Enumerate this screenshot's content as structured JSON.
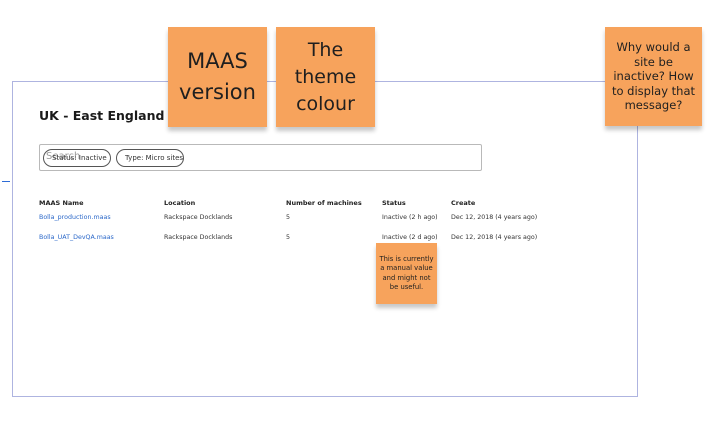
{
  "page": {
    "title": "UK - East England"
  },
  "search": {
    "placeholder": "Search",
    "chips": [
      {
        "label": "Status: Inactive"
      },
      {
        "label": "Type: Micro sites"
      }
    ]
  },
  "table": {
    "headers": [
      "MAAS Name",
      "Location",
      "Number of machines",
      "Status",
      "Create"
    ],
    "rows": [
      {
        "name": "Bolla_production.maas",
        "location": "Rackspace Docklands",
        "machines": "5",
        "status": "Inactive (2 h ago)",
        "created": "Dec 12, 2018 (4 years ago)"
      },
      {
        "name": "Bolla_UAT_DevQA.maas",
        "location": "Rackspace Docklands",
        "machines": "5",
        "status": "Inactive (2 d ago)",
        "created": "Dec 12, 2018 (4 years ago)"
      }
    ]
  },
  "stickies": {
    "maas_version": "MAAS version",
    "theme_colour": "The theme colour",
    "why_inactive": "Why would a site be inactive? How to display that message?",
    "status_note": "This is currently a manual value and might not be useful."
  },
  "colors": {
    "sticky": "#f7a35c",
    "link": "#2b68c9",
    "frame_border": "#aeb4e0"
  }
}
